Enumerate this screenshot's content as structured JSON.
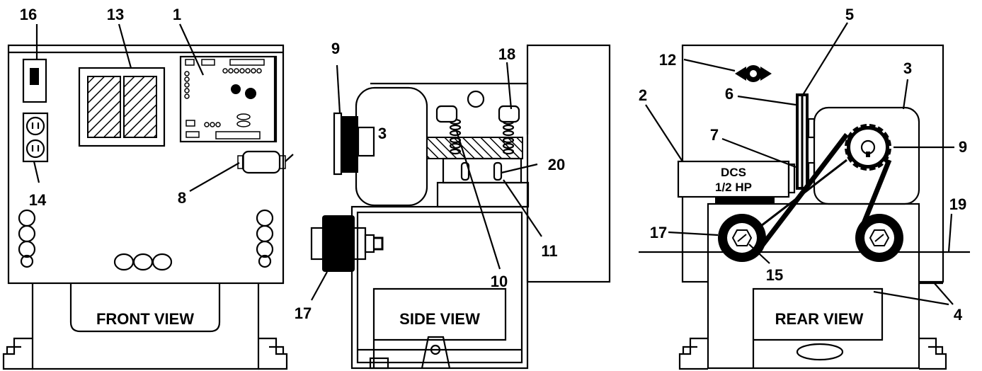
{
  "views": {
    "front": {
      "label": "FRONT VIEW"
    },
    "side": {
      "label": "SIDE VIEW"
    },
    "rear": {
      "label": "REAR VIEW"
    }
  },
  "motor_label": {
    "line1": "DCS",
    "line2": "1/2 HP"
  },
  "callouts": {
    "front": [
      "16",
      "13",
      "1",
      "14",
      "8"
    ],
    "side": [
      "9",
      "18",
      "3",
      "20",
      "10",
      "11",
      "17"
    ],
    "rear": [
      "5",
      "12",
      "3",
      "2",
      "6",
      "7",
      "9",
      "17",
      "15",
      "19",
      "4"
    ]
  }
}
